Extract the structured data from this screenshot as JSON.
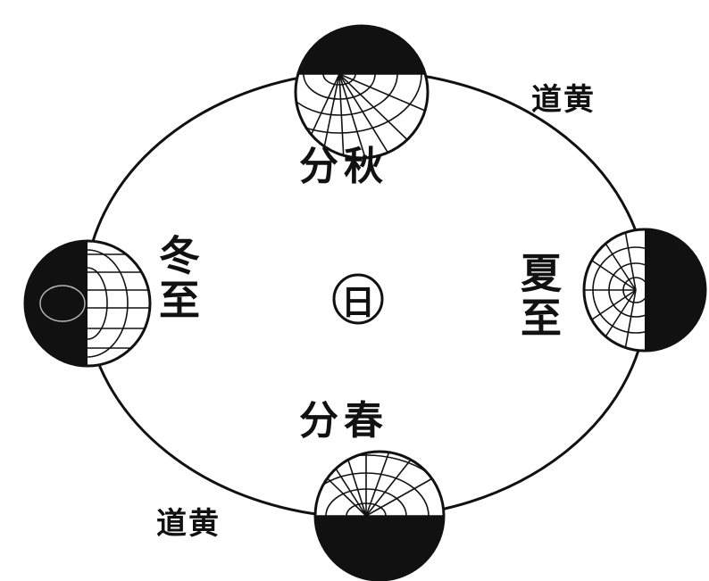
{
  "labels": {
    "autumn_equinox": "分秋",
    "spring_equinox": "分春",
    "winter_solstice": "冬至",
    "summer_solstice": "夏至",
    "sun": "日",
    "ecliptic": "道黄"
  },
  "colors": {
    "ink": "#111111",
    "paper": "#ffffff"
  }
}
